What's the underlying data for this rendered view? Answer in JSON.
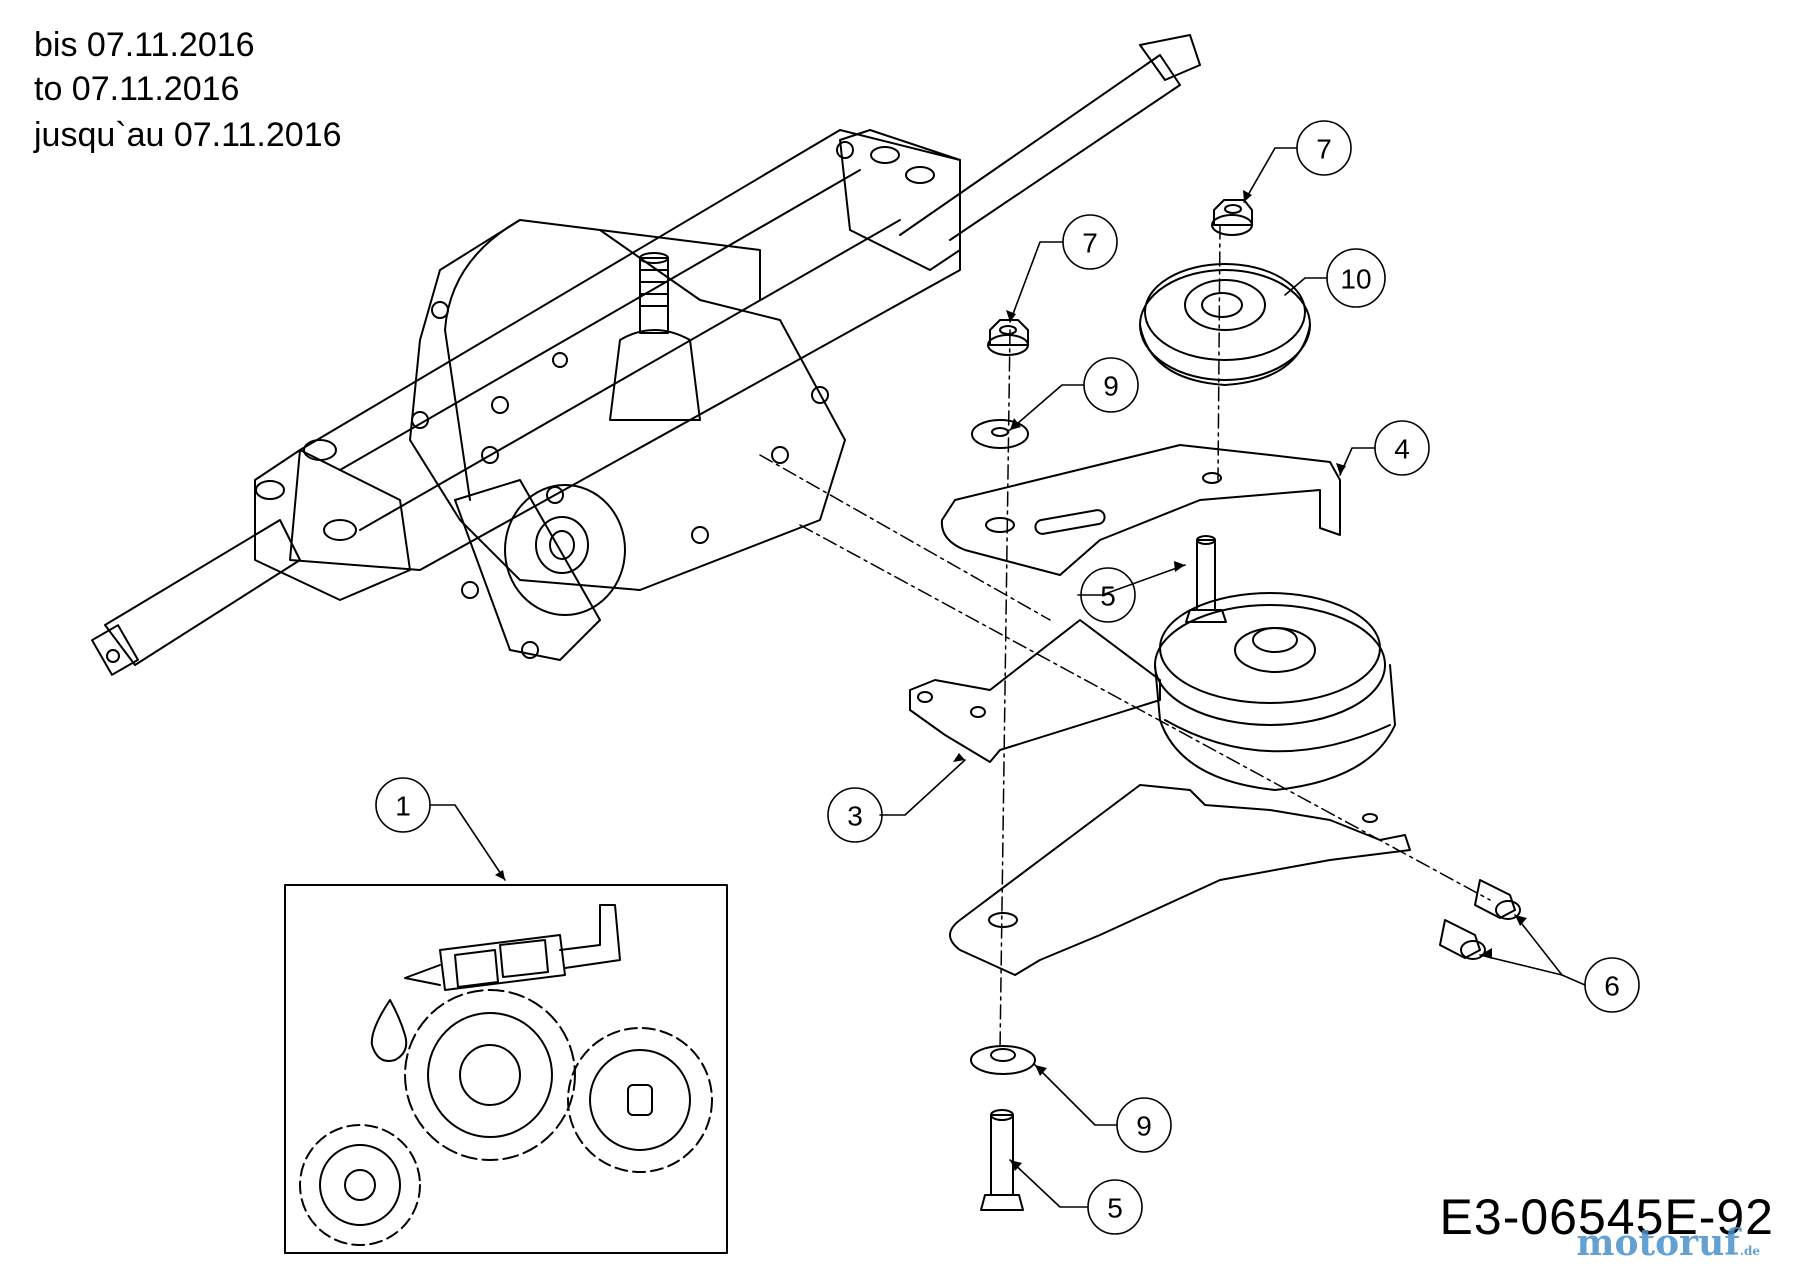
{
  "header": {
    "validity_lines": [
      "bis 07.11.2016",
      "to 07.11.2016",
      "jusqu`au 07.11.2016"
    ]
  },
  "callouts": [
    {
      "id": "c1",
      "number": "1"
    },
    {
      "id": "c3",
      "number": "3"
    },
    {
      "id": "c4",
      "number": "4"
    },
    {
      "id": "c5a",
      "number": "5"
    },
    {
      "id": "c5b",
      "number": "5"
    },
    {
      "id": "c6",
      "number": "6"
    },
    {
      "id": "c7a",
      "number": "7"
    },
    {
      "id": "c7b",
      "number": "7"
    },
    {
      "id": "c9a",
      "number": "9"
    },
    {
      "id": "c9b",
      "number": "9"
    },
    {
      "id": "c10",
      "number": "10"
    }
  ],
  "footer": {
    "reference_code": "E3-06545E-92",
    "watermark": "motoruf",
    "watermark_suffix": ".de"
  },
  "icons": [
    "lubrication-grease-gun-icon",
    "oil-drop-icon",
    "gear-icon"
  ],
  "colors": {
    "line": "#000000",
    "background": "#ffffff",
    "watermark": "#4a90c8"
  }
}
